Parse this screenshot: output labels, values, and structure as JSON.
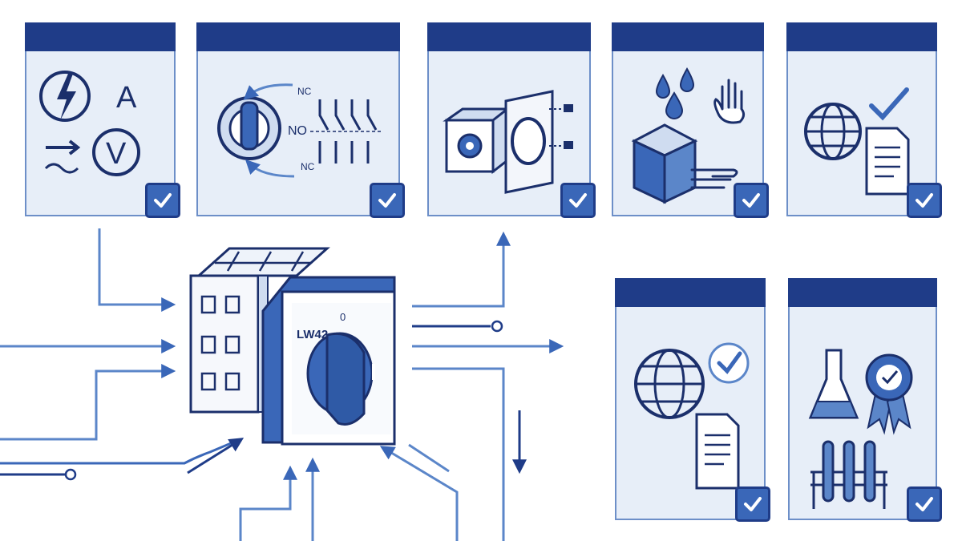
{
  "colors": {
    "navy": "#1f3c88",
    "mid_blue": "#3a67b8",
    "light_panel": "#e7eef8",
    "line_blue": "#5b86c9",
    "outline": "#1b2f6b"
  },
  "cards": [
    {
      "name": "electrical-ratings-card",
      "icons": [
        "lightning-icon",
        "ammeter-icon",
        "voltmeter-icon",
        "ac-wave-icon"
      ],
      "labels": {
        "amp": "A",
        "volt": "V"
      },
      "checked": true
    },
    {
      "name": "contact-configuration-card",
      "icons": [
        "rotary-knob-icon",
        "contact-diagram-icon"
      ],
      "labels": {
        "nc_top": "NC",
        "no": "NO",
        "nc_bottom": "NC"
      },
      "checked": true
    },
    {
      "name": "panel-mounting-card",
      "icons": [
        "switch-module-icon",
        "mounting-plate-icon",
        "screw-icon"
      ],
      "checked": true
    },
    {
      "name": "environmental-protection-card",
      "icons": [
        "water-drop-icon",
        "hand-icon",
        "cube-icon"
      ],
      "checked": true
    },
    {
      "name": "global-certification-card",
      "icons": [
        "globe-icon",
        "document-icon",
        "checkmark-icon"
      ],
      "checked": true
    },
    {
      "name": "international-standards-card",
      "icons": [
        "globe-icon",
        "document-icon",
        "checkmark-icon"
      ],
      "checked": true
    },
    {
      "name": "lab-testing-card",
      "icons": [
        "flask-icon",
        "award-badge-icon",
        "test-tubes-icon"
      ],
      "checked": true
    }
  ],
  "switch": {
    "model_label": "LW42",
    "position_label": "0"
  }
}
